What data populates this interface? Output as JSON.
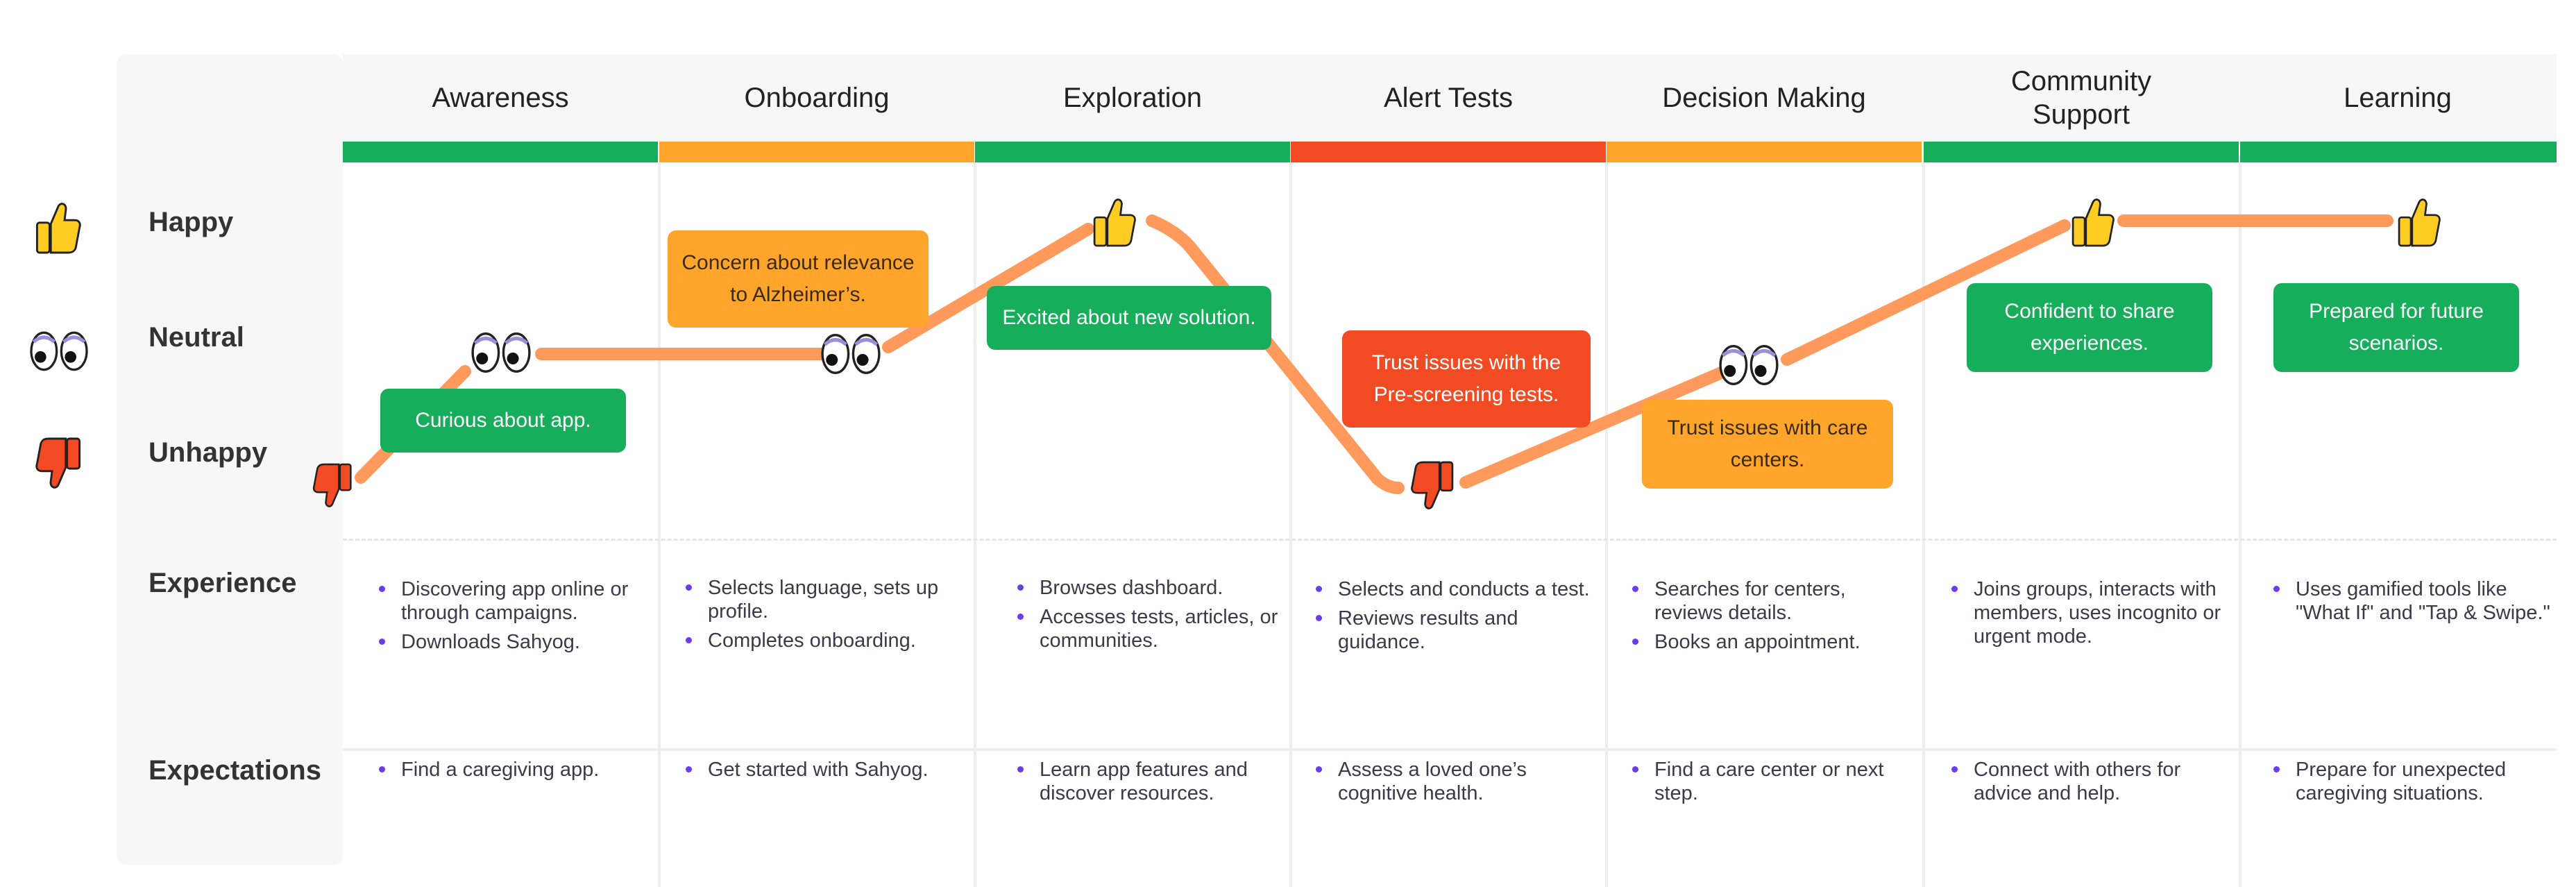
{
  "colors": {
    "positive": "#16ad5b",
    "mixed": "#ffa52c",
    "negative": "#f24b24",
    "journey_line": "#ff9a5c",
    "bullet": "#6a3de8"
  },
  "rows": {
    "happy": "Happy",
    "neutral": "Neutral",
    "unhappy": "Unhappy",
    "experience": "Experience",
    "expectations": "Expectations"
  },
  "icons": {
    "happy": "thumbs-up-icon",
    "neutral": "eyes-icon",
    "unhappy": "thumbs-down-icon"
  },
  "stages": [
    {
      "name": "Awareness",
      "bar_color": "#16ad5b",
      "emotion": "unhappy",
      "notes": [
        {
          "text": "Curious about app.",
          "tone": "positive"
        }
      ],
      "experience": [
        "Discovering app online or through campaigns.",
        "Downloads Sahyog."
      ],
      "expectations": [
        "Find a caregiving app."
      ]
    },
    {
      "name": "Onboarding",
      "bar_color": "#ffa52c",
      "emotion": "neutral",
      "notes": [
        {
          "text": "Concern about relevance to Alzheimer’s.",
          "tone": "mixed"
        }
      ],
      "experience": [
        "Selects language, sets up profile.",
        "Completes onboarding."
      ],
      "expectations": [
        "Get started with Sahyog."
      ]
    },
    {
      "name": "Exploration",
      "bar_color": "#16ad5b",
      "emotion": "happy",
      "notes": [
        {
          "text": "Excited about new solution.",
          "tone": "positive"
        }
      ],
      "experience": [
        "Browses dashboard.",
        "Accesses tests, articles, or communities."
      ],
      "expectations": [
        "Learn app features and discover resources."
      ]
    },
    {
      "name": "Alert Tests",
      "bar_color": "#f24b24",
      "emotion": "unhappy",
      "notes": [
        {
          "text": "Trust issues with the Pre-screening tests.",
          "tone": "negative"
        }
      ],
      "experience": [
        "Selects and conducts a test.",
        "Reviews results and guidance."
      ],
      "expectations": [
        "Assess a loved one’s cognitive health."
      ]
    },
    {
      "name": "Decision Making",
      "bar_color": "#ffa52c",
      "emotion": "neutral",
      "notes": [
        {
          "text": "Trust issues with care centers.",
          "tone": "mixed"
        }
      ],
      "experience": [
        "Searches for centers, reviews details.",
        "Books an appointment."
      ],
      "expectations": [
        "Find a care center or next step."
      ]
    },
    {
      "name": "Community Support",
      "bar_color": "#16ad5b",
      "emotion": "happy",
      "notes": [
        {
          "text": "Confident to share experiences.",
          "tone": "positive"
        }
      ],
      "experience": [
        "Joins groups, interacts with members, uses incognito or urgent mode."
      ],
      "expectations": [
        "Connect with others for advice and help."
      ]
    },
    {
      "name": "Learning",
      "bar_color": "#16ad5b",
      "emotion": "happy",
      "notes": [
        {
          "text": "Prepared for future scenarios.",
          "tone": "positive"
        }
      ],
      "experience": [
        "Uses gamified tools like \"What If\" and \"Tap & Swipe.\""
      ],
      "expectations": [
        "Prepare for unexpected caregiving situations."
      ]
    }
  ]
}
